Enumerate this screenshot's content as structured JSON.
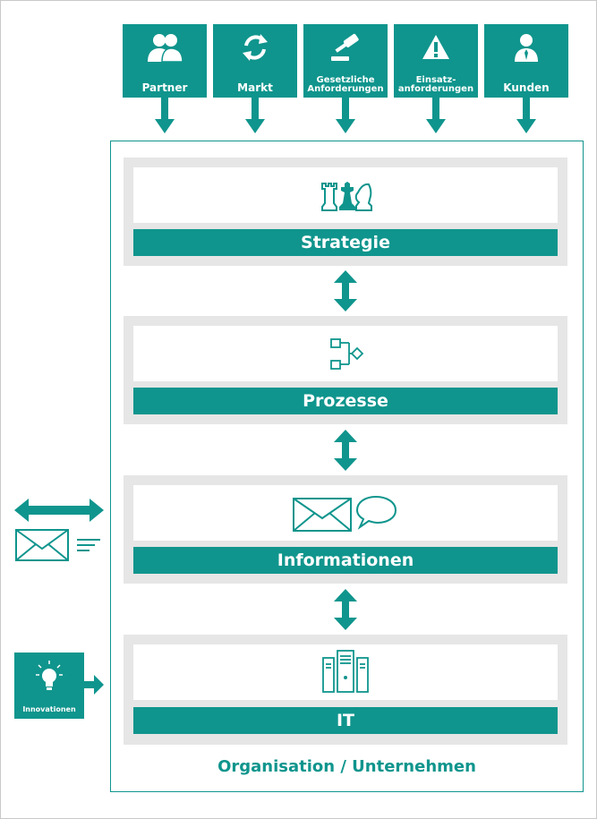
{
  "inputs": [
    {
      "label": "Partner",
      "icon": "partners-icon"
    },
    {
      "label": "Markt",
      "icon": "refresh-cycle-icon"
    },
    {
      "label": "Gesetzliche Anforderungen",
      "icon": "gavel-icon"
    },
    {
      "label": "Einsatz-anforderungen",
      "icon": "warning-icon"
    },
    {
      "label": "Kunden",
      "icon": "customer-icon"
    }
  ],
  "layers": [
    {
      "label": "Strategie",
      "icon": "chess-pieces-icon"
    },
    {
      "label": "Prozesse",
      "icon": "process-flow-icon"
    },
    {
      "label": "Informationen",
      "icon": "mail-chat-icon"
    },
    {
      "label": "IT",
      "icon": "server-icon"
    }
  ],
  "side": {
    "innovation_label": "Innovationen",
    "innovation_icon": "lightbulb-icon",
    "exchange_icon": "exchange-arrow-icon",
    "message_icon": "envelope-text-icon"
  },
  "organisation_label": "Organisation / Unternehmen",
  "colors": {
    "accent": "#0f958d",
    "layer_bg": "#e6e6e6"
  }
}
